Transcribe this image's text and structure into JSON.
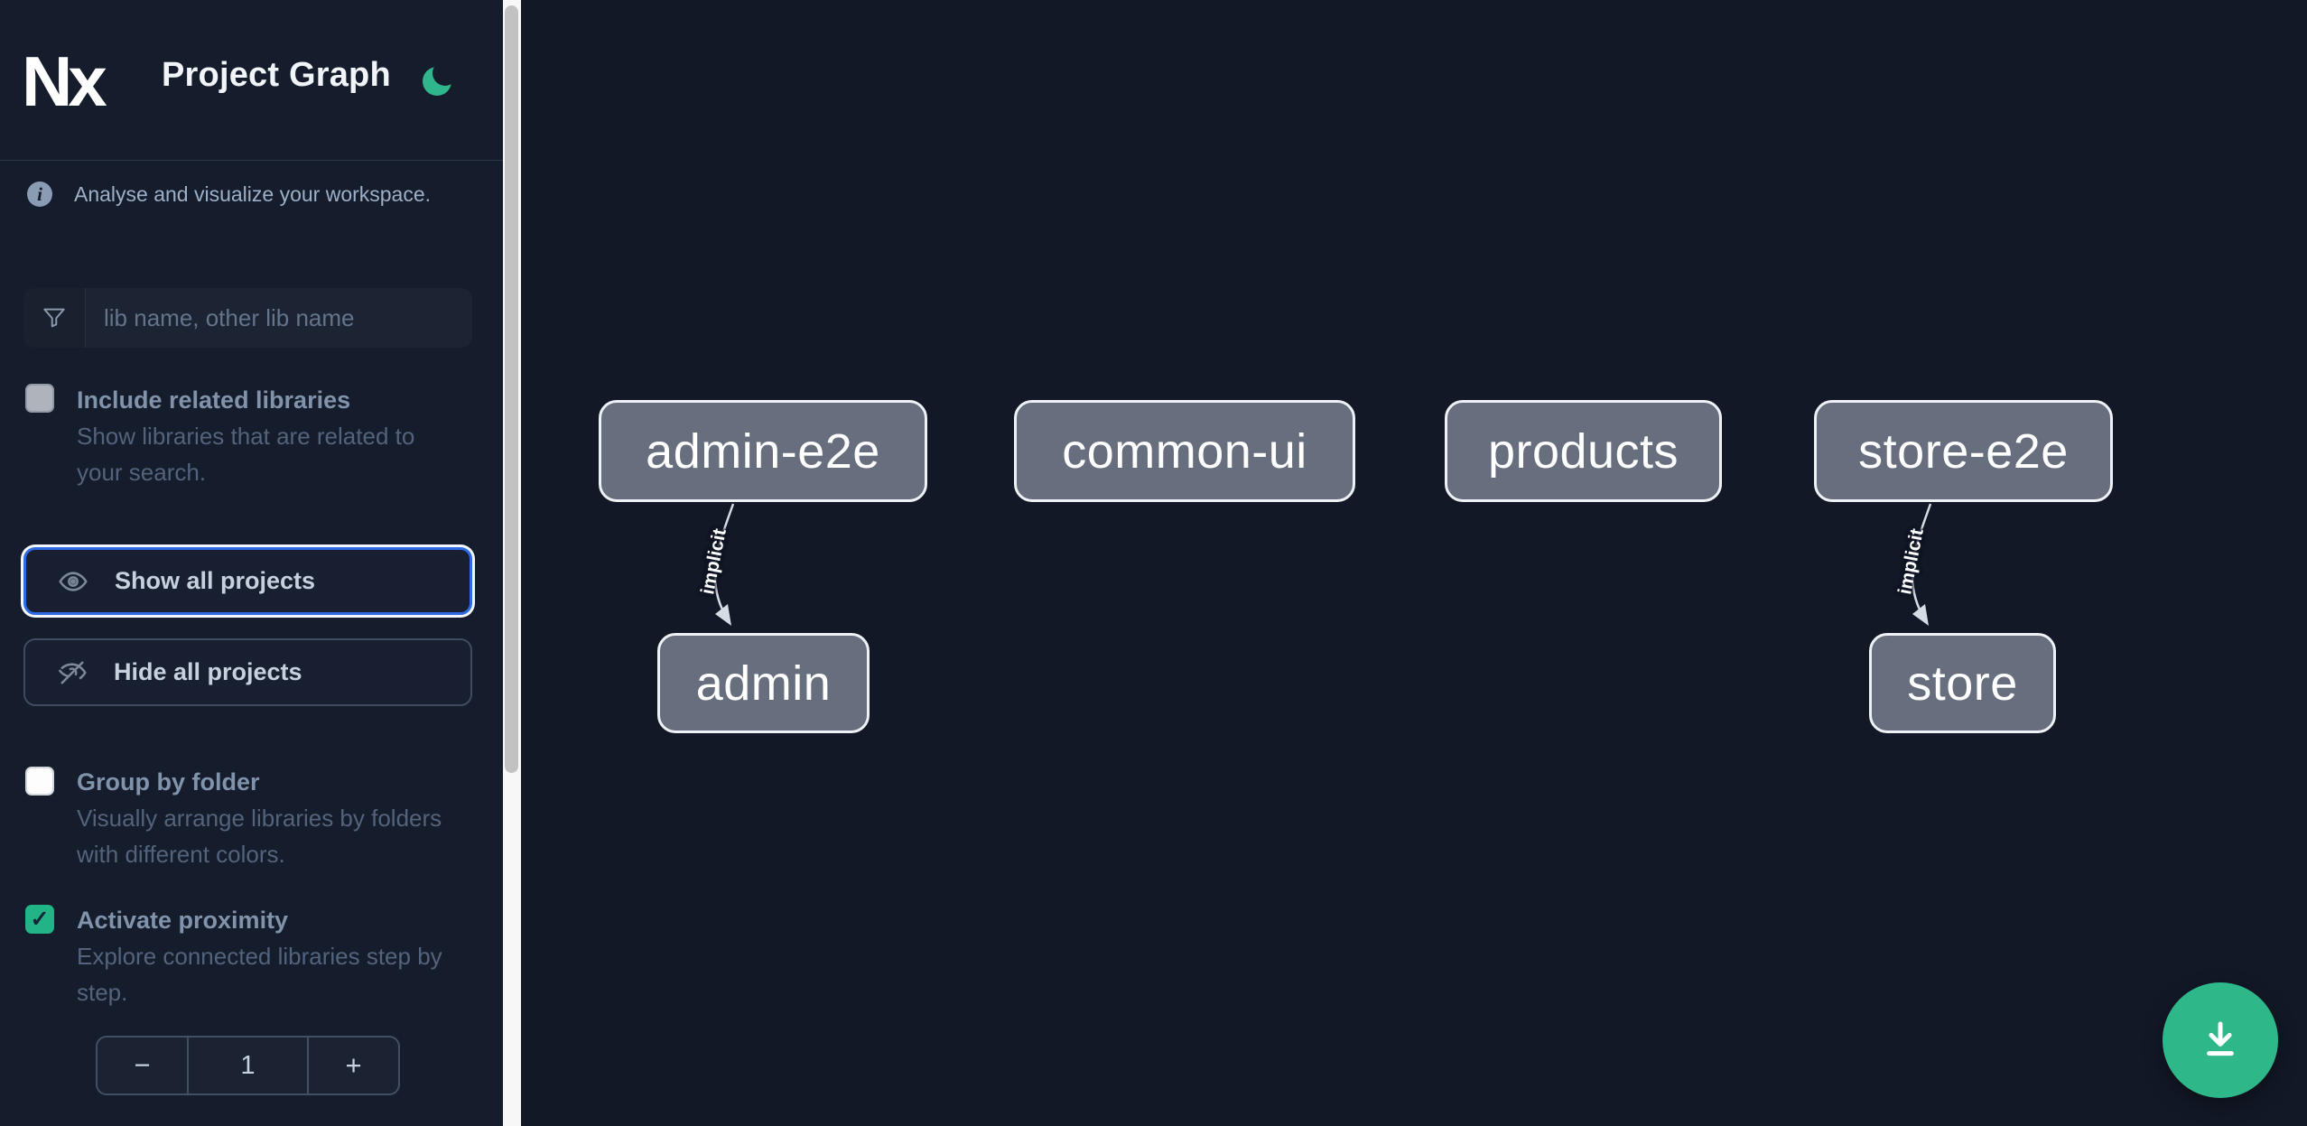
{
  "header": {
    "logo_text": "Nx",
    "title": "Project Graph",
    "theme_toggle_icon": "moon-icon"
  },
  "sidebar": {
    "tagline": "Analyse and visualize your workspace.",
    "filter": {
      "placeholder": "lib name, other lib name",
      "value": ""
    },
    "include_related": {
      "label": "Include related libraries",
      "description": "Show libraries that are related to your search.",
      "checked": false
    },
    "buttons": {
      "show_all_label": "Show all projects",
      "hide_all_label": "Hide all projects"
    },
    "group_by_folder": {
      "label": "Group by folder",
      "description": "Visually arrange libraries by folders with different colors.",
      "checked": false
    },
    "activate_proximity": {
      "label": "Activate proximity",
      "description": "Explore connected libraries step by step.",
      "checked": true,
      "check_glyph": "✓"
    },
    "proximity_stepper": {
      "decrement_label": "−",
      "value": "1",
      "increment_label": "+"
    }
  },
  "graph": {
    "nodes": [
      {
        "id": "admin-e2e",
        "label": "admin-e2e"
      },
      {
        "id": "common-ui",
        "label": "common-ui"
      },
      {
        "id": "products",
        "label": "products"
      },
      {
        "id": "store-e2e",
        "label": "store-e2e"
      },
      {
        "id": "admin",
        "label": "admin"
      },
      {
        "id": "store",
        "label": "store"
      }
    ],
    "edges": [
      {
        "from": "admin-e2e",
        "to": "admin",
        "label": "implicit",
        "type": "implicit"
      },
      {
        "from": "store-e2e",
        "to": "store",
        "label": "implicit",
        "type": "implicit"
      }
    ]
  },
  "fab": {
    "icon": "download-icon"
  },
  "colors": {
    "sidebar_bg": "#151c2c",
    "canvas_bg": "#121826",
    "accent_green": "#2eb88a",
    "focus_blue": "#2d6ae3",
    "node_fill": "#676f7e",
    "node_border": "#eef1f5",
    "checkbox_checked_green": "#22b486"
  }
}
